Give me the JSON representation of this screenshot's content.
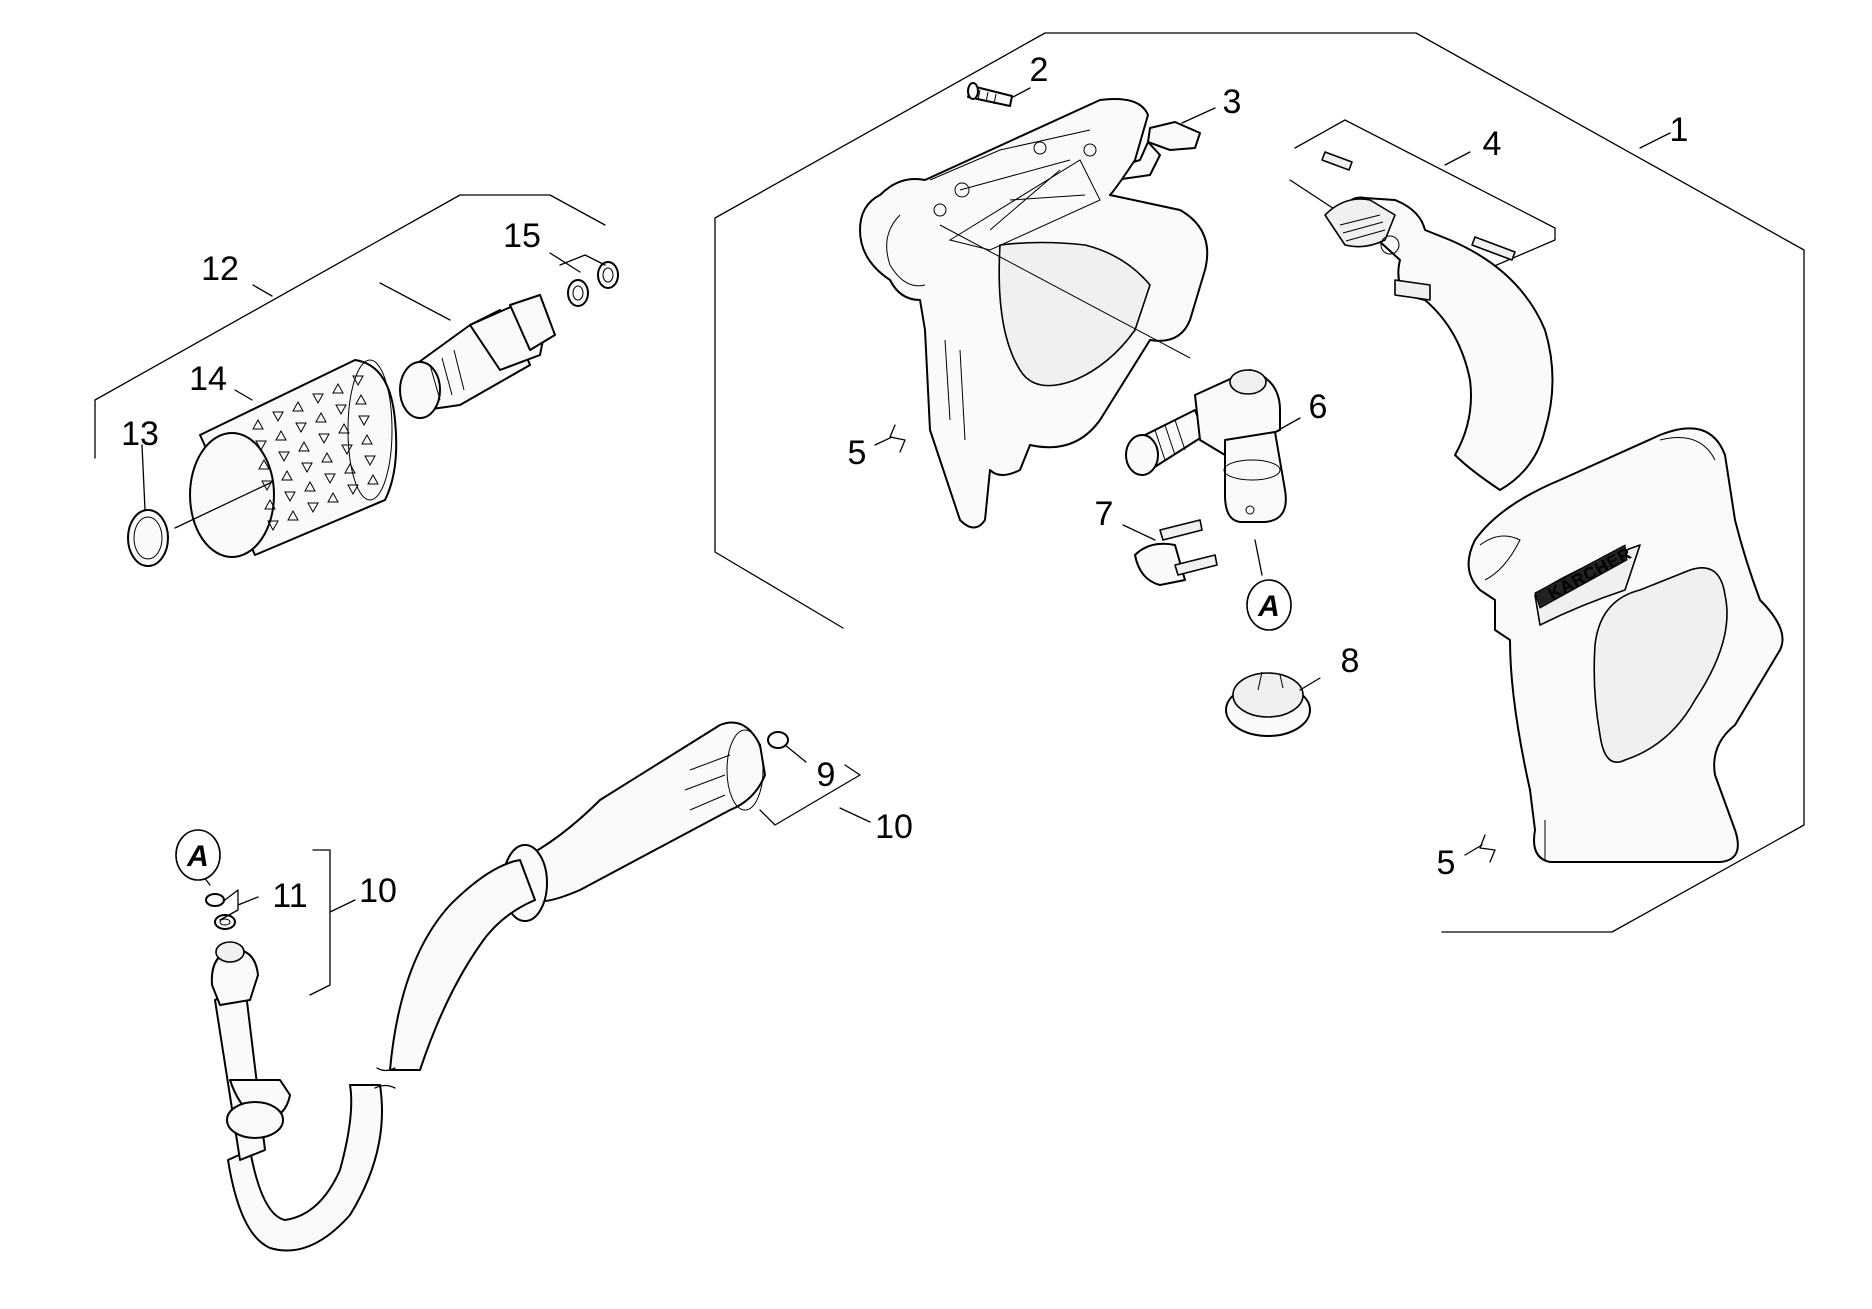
{
  "diagram": {
    "callouts": [
      {
        "id": "c1",
        "text": "1"
      },
      {
        "id": "c2",
        "text": "2"
      },
      {
        "id": "c3",
        "text": "3"
      },
      {
        "id": "c4",
        "text": "4"
      },
      {
        "id": "c5a",
        "text": "5"
      },
      {
        "id": "c5b",
        "text": "5"
      },
      {
        "id": "c6",
        "text": "6"
      },
      {
        "id": "c7",
        "text": "7"
      },
      {
        "id": "c8",
        "text": "8"
      },
      {
        "id": "c9",
        "text": "9"
      },
      {
        "id": "c10a",
        "text": "10"
      },
      {
        "id": "c10b",
        "text": "10"
      },
      {
        "id": "c11",
        "text": "11"
      },
      {
        "id": "c12",
        "text": "12"
      },
      {
        "id": "c13",
        "text": "13"
      },
      {
        "id": "c14",
        "text": "14"
      },
      {
        "id": "c15",
        "text": "15"
      }
    ],
    "reference_marks": [
      {
        "id": "refA1",
        "text": "A"
      },
      {
        "id": "refA2",
        "text": "A"
      }
    ],
    "brand_text": "KÄRCHER"
  }
}
